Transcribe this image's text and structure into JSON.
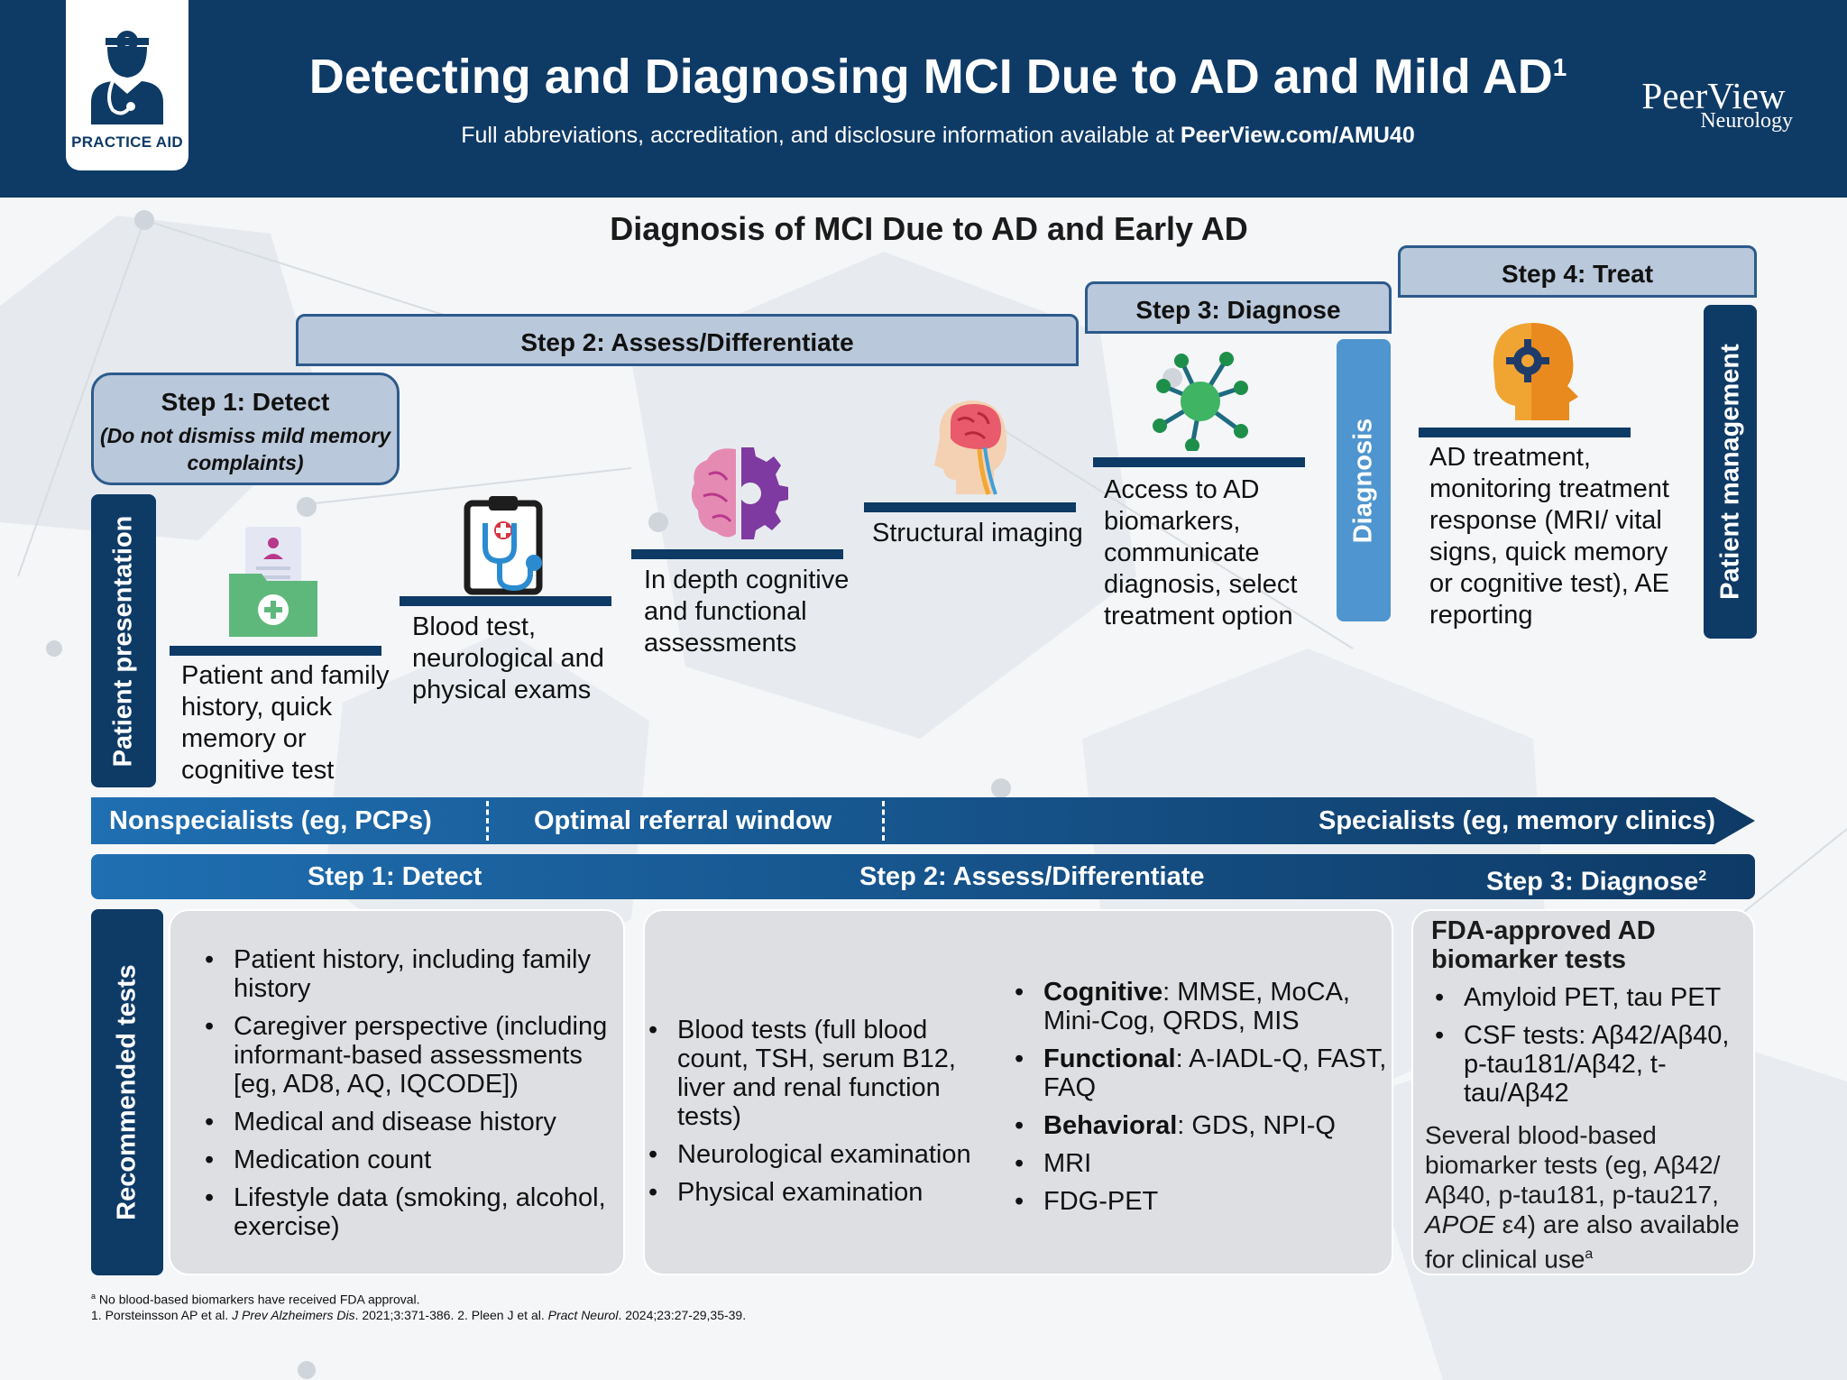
{
  "header": {
    "badge_label": "PRACTICE AID",
    "title": "Detecting and Diagnosing MCI Due to AD and Mild AD",
    "title_sup": "1",
    "subtitle_prefix": "Full abbreviations, accreditation, and disclosure information available at ",
    "subtitle_link": "PeerView.com/AMU40",
    "brand": "PeerView",
    "brand_sub": "Neurology"
  },
  "diagram_title": "Diagnosis of MCI Due to AD and Early AD",
  "steps": {
    "step1": {
      "title": "Step 1: Detect",
      "note": "(Do not dismiss mild memory complaints)"
    },
    "step2": {
      "title": "Step 2: Assess/Differentiate"
    },
    "step3": {
      "title": "Step 3: Diagnose"
    },
    "step4": {
      "title": "Step 4: Treat"
    }
  },
  "side_labels": {
    "presentation": "Patient presentation",
    "diagnosis": "Diagnosis",
    "management": "Patient management",
    "recommended": "Recommended tests"
  },
  "stairs": [
    {
      "icon": "patient-folder-icon",
      "text": "Patient and family history, quick memory or cognitive test"
    },
    {
      "icon": "clipboard-stethoscope-icon",
      "text": "Blood test, neurological and physical exams"
    },
    {
      "icon": "brain-gear-icon",
      "text": "In depth cognitive and functional assessments"
    },
    {
      "icon": "head-brain-scan-icon",
      "text": "Structural imaging"
    },
    {
      "icon": "molecule-network-icon",
      "text": "Access to AD biomarkers, communicate diagnosis, select treatment option"
    },
    {
      "icon": "head-gear-icon",
      "text": "AD treatment, monitoring treatment response (MRI/ vital signs, quick memory or cognitive test), AE reporting"
    }
  ],
  "band": {
    "nonspecialists": "Nonspecialists (eg, PCPs)",
    "referral": "Optimal referral window",
    "specialists": "Specialists (eg, memory clinics)"
  },
  "phase_bar": {
    "p1": "Step 1: Detect",
    "p2": "Step 2: Assess/Differentiate",
    "p3": "Step 3: Diagnose",
    "p3_sup": "2"
  },
  "tests": {
    "detect": [
      "Patient history, including family history",
      "Caregiver perspective (including informant-based assessments [eg, AD8, AQ, IQCODE])",
      "Medical and disease history",
      "Medication count",
      "Lifestyle data (smoking, alcohol, exercise)"
    ],
    "assess_left": [
      "Blood tests (full blood count, TSH, serum B12, liver and renal function tests)",
      "Neurological examination",
      "Physical examination"
    ],
    "assess_right": [
      {
        "bold": "Cognitive",
        "rest": ": MMSE, MoCA, Mini-Cog, QRDS, MIS"
      },
      {
        "bold": "Functional",
        "rest": ": A-IADL-Q, FAST, FAQ"
      },
      {
        "bold": "Behavioral",
        "rest": ": GDS, NPI-Q"
      },
      {
        "bold": "",
        "rest": "MRI"
      },
      {
        "bold": "",
        "rest": "FDG-PET"
      }
    ],
    "diagnose_title": "FDA-approved AD biomarker tests",
    "diagnose": [
      "Amyloid PET, tau PET",
      "CSF tests: Aβ42/Aβ40, p-tau181/Aβ42, t-tau/Aβ42"
    ],
    "diagnose_extra_1": "Several blood-based biomarker tests (eg, Aβ42/ Aβ40, p-tau181, p-tau217, ",
    "diagnose_extra_italic": "APOE",
    "diagnose_extra_2": " ε4) are also available for clinical use",
    "diagnose_extra_sup": "a"
  },
  "footnotes": {
    "a_marker": "a",
    "a_text": " No blood-based biomarkers have received FDA approval.",
    "ref1_pre": "1. Porsteinsson AP et al. ",
    "ref1_journal": "J Prev Alzheimers Dis",
    "ref1_post": ". 2021;3:371-386. 2. Pleen J et al. ",
    "ref2_journal": "Pract Neurol",
    "ref2_post": ". 2024;23:27-29,35-39."
  },
  "colors": {
    "navy": "#0e3a66",
    "step_head_fill": "#b9c8da",
    "diagnosis_blue": "#4f95cf",
    "box_gray": "#dddfe2"
  }
}
